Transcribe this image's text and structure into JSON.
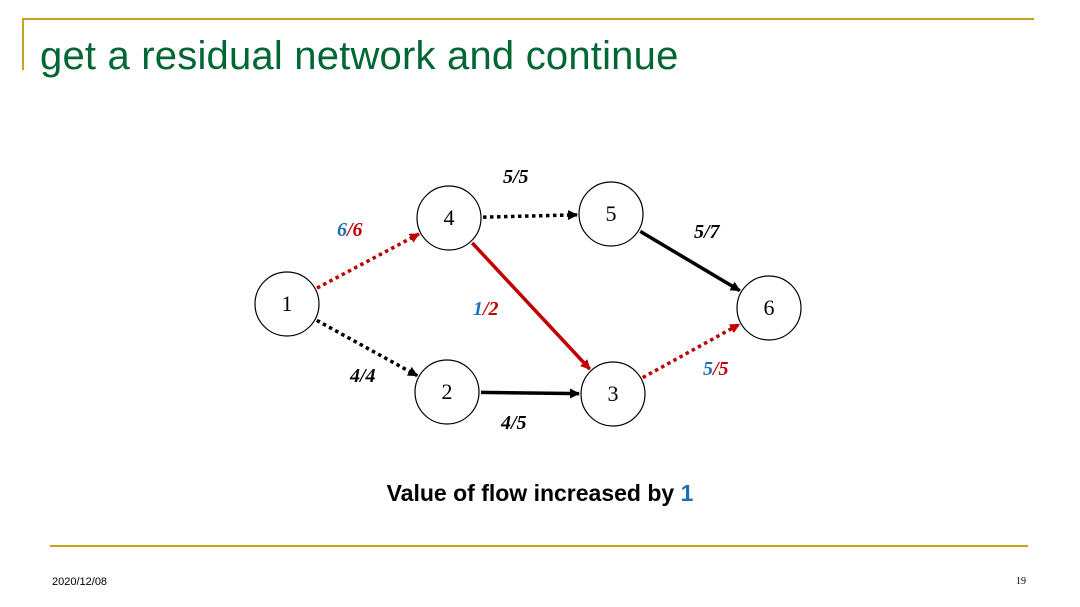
{
  "slide": {
    "title": "get a residual network and continue",
    "caption_text": "Value of flow increased by ",
    "caption_value": "1",
    "date": "2020/12/08",
    "page_number": "19"
  },
  "colors": {
    "accent_gold": "#c8a020",
    "title_green": "#006633",
    "augment_red": "#c00000",
    "increment_blue": "#1f6fb5",
    "edge_black": "#000000"
  },
  "network": {
    "nodes": [
      {
        "id": "1",
        "label": "1"
      },
      {
        "id": "2",
        "label": "2"
      },
      {
        "id": "3",
        "label": "3"
      },
      {
        "id": "4",
        "label": "4"
      },
      {
        "id": "5",
        "label": "5"
      },
      {
        "id": "6",
        "label": "6"
      }
    ],
    "edges": [
      {
        "from": "1",
        "to": "4",
        "flow": "6",
        "capacity": "6",
        "style": "dotted",
        "augmented": true
      },
      {
        "from": "1",
        "to": "2",
        "flow": "4",
        "capacity": "4",
        "style": "dotted",
        "augmented": false
      },
      {
        "from": "4",
        "to": "5",
        "flow": "5",
        "capacity": "5",
        "style": "dotted",
        "augmented": false
      },
      {
        "from": "4",
        "to": "3",
        "flow": "1",
        "capacity": "2",
        "style": "solid",
        "augmented": true
      },
      {
        "from": "5",
        "to": "6",
        "flow": "5",
        "capacity": "7",
        "style": "solid",
        "augmented": false
      },
      {
        "from": "2",
        "to": "3",
        "flow": "4",
        "capacity": "5",
        "style": "solid",
        "augmented": false
      },
      {
        "from": "3",
        "to": "6",
        "flow": "5",
        "capacity": "5",
        "style": "dotted",
        "augmented": true
      }
    ]
  }
}
